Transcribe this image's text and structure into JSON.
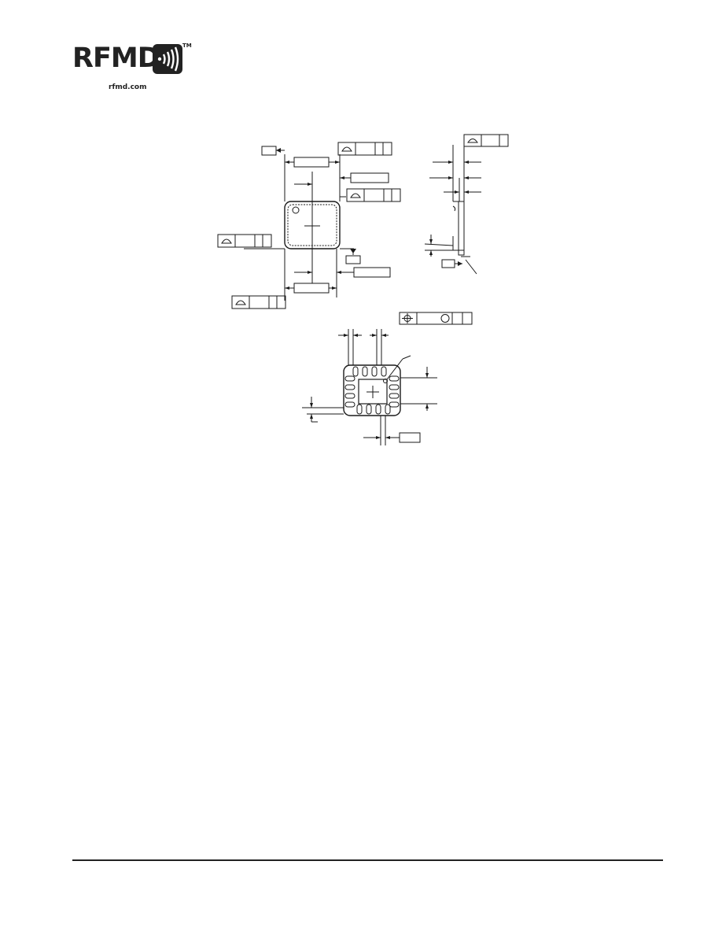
{
  "header": {
    "logo_text": "RFMD",
    "trademark": "TM",
    "website": "rfmd.com"
  },
  "drawing": {
    "colors": {
      "ink": "#1a1a1a",
      "paper": "#ffffff"
    }
  }
}
